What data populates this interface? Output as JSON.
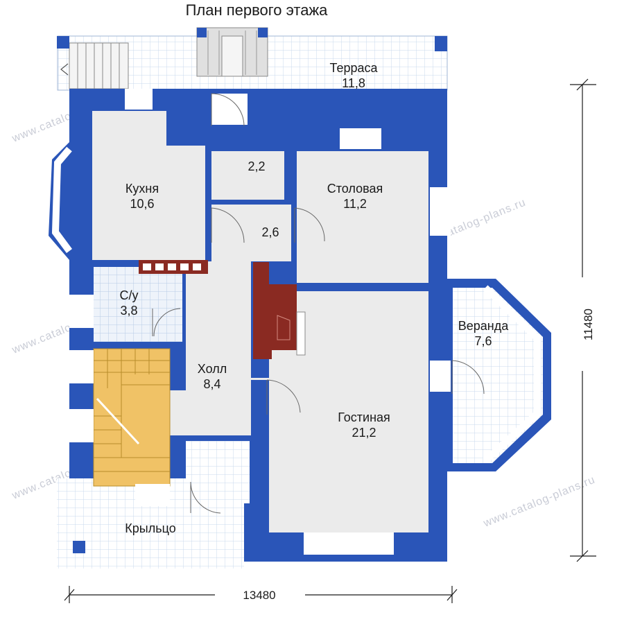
{
  "title": "План первого этажа",
  "watermark": "www.catalog-plans.ru",
  "rooms": {
    "terrace": {
      "name": "Терраса",
      "area": "11,8"
    },
    "kitchen": {
      "name": "Кухня",
      "area": "10,6"
    },
    "small1": {
      "name": "",
      "area": "2,2"
    },
    "small2": {
      "name": "",
      "area": "2,6"
    },
    "dining": {
      "name": "Столовая",
      "area": "11,2"
    },
    "wc": {
      "name": "С/у",
      "area": "3,8"
    },
    "veranda": {
      "name": "Веранда",
      "area": "7,6"
    },
    "hall": {
      "name": "Холл",
      "area": "8,4"
    },
    "living": {
      "name": "Гостиная",
      "area": "21,2"
    },
    "porch": {
      "name": "Крыльцо",
      "area": ""
    }
  },
  "dimensions": {
    "width": "13480",
    "height": "11480"
  },
  "colors": {
    "wall": "#2a55b8",
    "floor": "#ebebeb",
    "tile": "#c8d8ec",
    "stairs": "#f0c266",
    "fireplace": "#8a2a22",
    "window": "#ffffff"
  }
}
